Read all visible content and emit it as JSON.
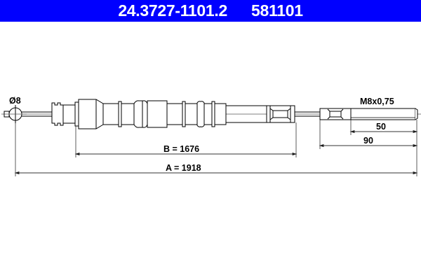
{
  "header": {
    "part_number": "24.3727-1101.2",
    "ref_number": "581101",
    "background_color": "#0000ff",
    "text_color": "#ffffff"
  },
  "drawing": {
    "ball_diameter_label": "Ø8",
    "thread_label": "M8x0,75",
    "dimensions": {
      "thread_length_label": "50",
      "end_fitting_length_label": "90",
      "B_label": "B = 1676",
      "A_label": "A = 1918"
    }
  }
}
